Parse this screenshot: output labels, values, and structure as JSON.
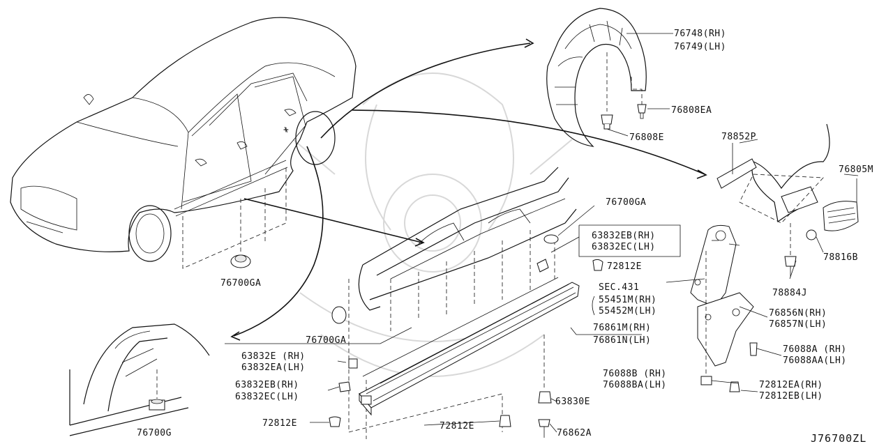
{
  "labels": {
    "fender_protector_rh": "76748(RH)",
    "fender_protector_lh": "76749(LH)",
    "clip_76808EA": "76808EA",
    "clip_76808E": "76808E",
    "part_78852P": "78852P",
    "part_76805M": "76805M",
    "part_78816B": "78816B",
    "part_78884J": "78884J",
    "grommet_76700GA_top": "76700GA",
    "grommet_76700GA_car": "76700GA",
    "grommet_76700GA_sill": "76700GA",
    "clip_63832EB_top": "63832EB(RH)",
    "clip_63832EC_top": "63832EC(LH)",
    "clip_72812E_top": "72812E",
    "sec_431": "SEC.431",
    "sec_55451M": "55451M(RH)",
    "sec_55452M": "55452M(LH)",
    "part_76856N": "76856N(RH)",
    "part_76857N": "76857N(LH)",
    "sill_76861M": "76861M(RH)",
    "sill_76861N": "76861N(LH)",
    "bolt_76088A": "76088A (RH)",
    "bolt_76088AA": "76088AA(LH)",
    "nut_76088B": "76088B (RH)",
    "nut_76088BA": "76088BA(LH)",
    "clip_72812EA": "72812EA(RH)",
    "clip_72812EB": "72812EB(LH)",
    "clip_63832E": "63832E (RH)",
    "clip_63832EA": "63832EA(LH)",
    "clip_63832EB_low": "63832EB(RH)",
    "clip_63832EC_low": "63832EC(LH)",
    "clip_63830E": "63830E",
    "clip_72812E_left": "72812E",
    "clip_72812E_mid": "72812E",
    "screw_76862A": "76862A",
    "grommet_76700G": "76700G",
    "diagram_code": "J76700ZL"
  }
}
